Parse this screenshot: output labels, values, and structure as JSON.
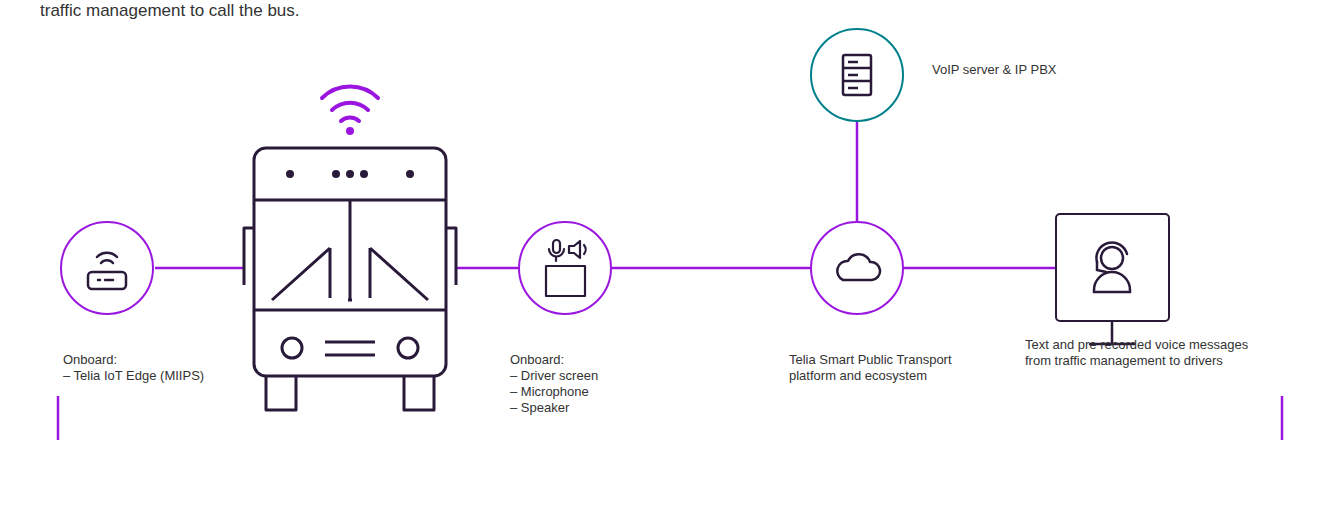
{
  "diagram": {
    "nodes": [
      {
        "text": [
          "Onboard:",
          "– Telia IoT Edge (MIIPS)"
        ]
      },
      {
        "text": [
          "Onboard:",
          "– Driver screen",
          "– Microphone",
          "– Speaker"
        ]
      },
      {
        "text": [
          "Telia Smart Public Transport platform and ecosystem"
        ]
      },
      {
        "text": [
          "VoIP server & IP PBX"
        ]
      },
      {
        "text": [
          "Text and pre recorded voice messages from traffic management to drivers"
        ]
      }
    ],
    "edges": [
      {
        "from": 1,
        "to": 2,
        "arrow": "none"
      },
      {
        "from": 2,
        "to": 3,
        "arrow": "none"
      },
      {
        "from": 2,
        "to": 4,
        "arrow": "none"
      }
    ],
    "labels": [
      "traffic management to call the bus."
    ]
  }
}
